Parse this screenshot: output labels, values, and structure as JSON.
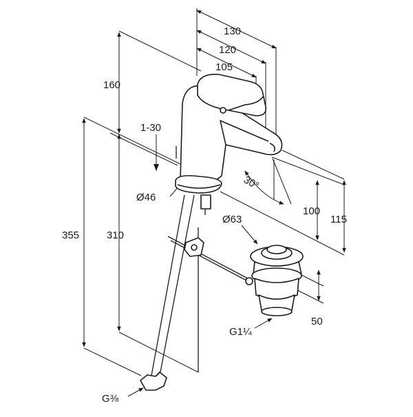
{
  "dimensions": {
    "width_130": "130",
    "width_120": "120",
    "width_105": "105",
    "height_160": "160",
    "range_1_30": "1-30",
    "dia_46": "Ø46",
    "dia_63": "Ø63",
    "height_355": "355",
    "height_310": "310",
    "height_100": "100",
    "height_115": "115",
    "angle_30": "30°",
    "drop_50": "50",
    "thread_g1_1_4": "G1¼",
    "thread_g3_8": "G⅜"
  }
}
